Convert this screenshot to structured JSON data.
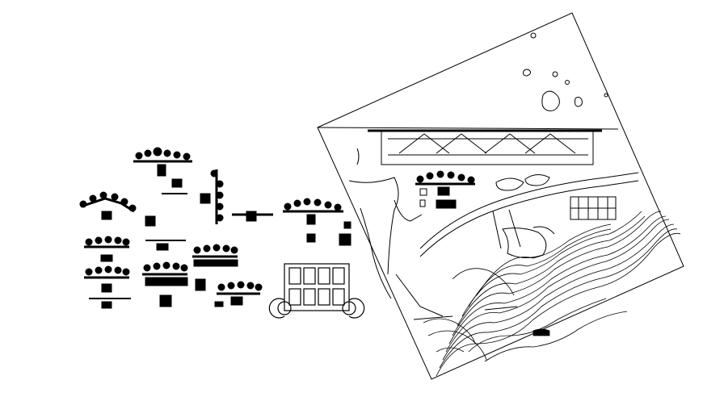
{
  "drawing": {
    "background": "#ffffff",
    "ink": "#000000",
    "labels": [],
    "groups": [
      "tree-cluster-blocks",
      "building-plan",
      "rotated-site-plan",
      "contour-lines",
      "runway-outline",
      "island-shapes"
    ]
  }
}
